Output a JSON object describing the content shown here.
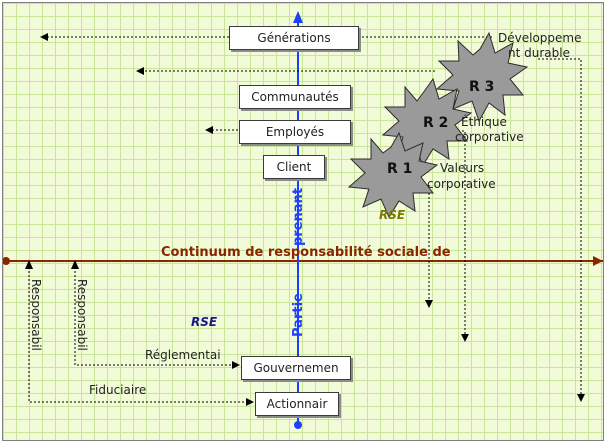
{
  "stakeholders": {
    "generations": "Générations",
    "communautes": "Communautés",
    "employes": "Employés",
    "client": "Client",
    "gouvernement": "Gouvernemen",
    "actionnaire": "Actionnair"
  },
  "axis": {
    "horizontal_title": "Continuum de responsabilité sociale de",
    "vertical_word_1": "Partie",
    "vertical_word_2": "prenant"
  },
  "levels": {
    "r1": "R 1",
    "r2": "R 2",
    "r3": "R 3"
  },
  "level_labels": {
    "developpement_line1": "Développeme",
    "developpement_line2": "nt durable",
    "ethique_line1": "Éthique",
    "ethique_line2": "corporative",
    "valeurs_line1": "Valeurs",
    "valeurs_line2": "corporative"
  },
  "rse_upper": "RSE",
  "rse_lower": "RSE",
  "lower_labels": {
    "reglementai": "Réglementai",
    "fiduciaire": "Fiduciaire",
    "responsabil_1": "Responsabil",
    "responsabil_2": "Responsabil"
  },
  "colors": {
    "axis_horizontal": "#8b2500",
    "axis_vertical": "#1f3fff",
    "rse_upper": "#7a7a00",
    "rse_lower": "#1a1a8c",
    "star_fill": "#9a9a9a",
    "grid": "#c9e59a",
    "background": "#f1fbd8"
  }
}
